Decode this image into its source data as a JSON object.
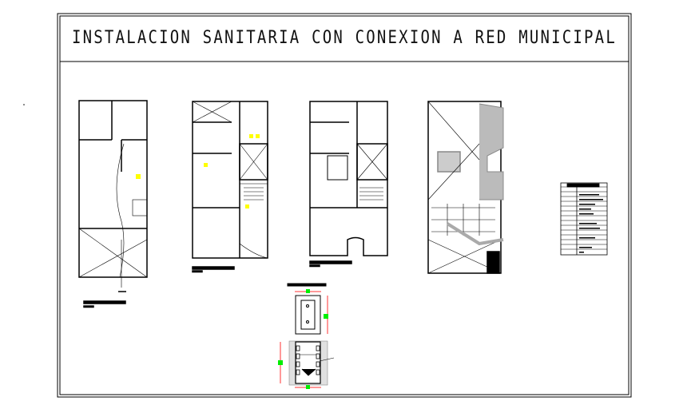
{
  "title": "INSTALACION SANITARIA CON CONEXION A RED MUNICIPAL",
  "colors": {
    "lines": "#000000",
    "fixtures": "#ffee00",
    "dimension": "#ff3b3b",
    "dimension_marker": "#00ee00",
    "hatch": "#888888"
  },
  "drawings": [
    "plan-level-1",
    "plan-level-2",
    "plan-level-3",
    "plan-roof",
    "legend-table",
    "registry-box-detail"
  ]
}
